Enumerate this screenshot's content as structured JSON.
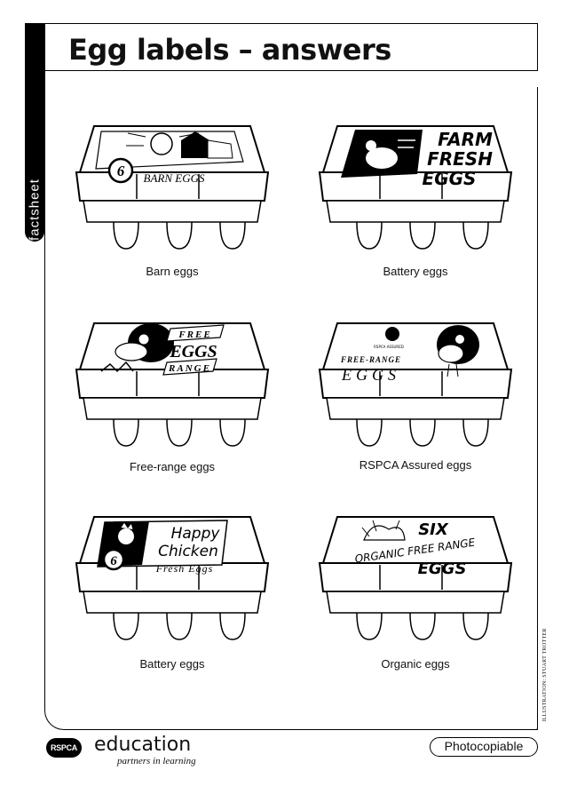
{
  "side_tab": {
    "label": "factsheet"
  },
  "title": "Egg labels – answers",
  "eggs": [
    {
      "caption": "Barn eggs",
      "label_lines": [
        "BARN EGGS"
      ],
      "number": "6"
    },
    {
      "caption": "Battery eggs",
      "label_lines": [
        "FARM",
        "FRESH",
        "EGGS"
      ]
    },
    {
      "caption": "Free-range eggs",
      "label_lines": [
        "FREE",
        "EGGS",
        "RANGE"
      ]
    },
    {
      "caption": "RSPCA Assured eggs",
      "label_lines": [
        "FREE-RANGE",
        "EGGS"
      ],
      "badge": "RSPCA ASSURED"
    },
    {
      "caption": "Battery eggs",
      "label_lines": [
        "Happy",
        "Chicken",
        "Fresh Eggs"
      ],
      "number": "6"
    },
    {
      "caption": "Organic eggs",
      "label_lines": [
        "SIX",
        "ORGANIC FREE RANGE",
        "EGGS"
      ]
    }
  ],
  "footer": {
    "logo": "RSPCA",
    "brand": "education",
    "tagline": "partners in learning",
    "photocopiable": "Photocopiable",
    "credit": "ILLUSTRATION: STUART TROTTER"
  }
}
